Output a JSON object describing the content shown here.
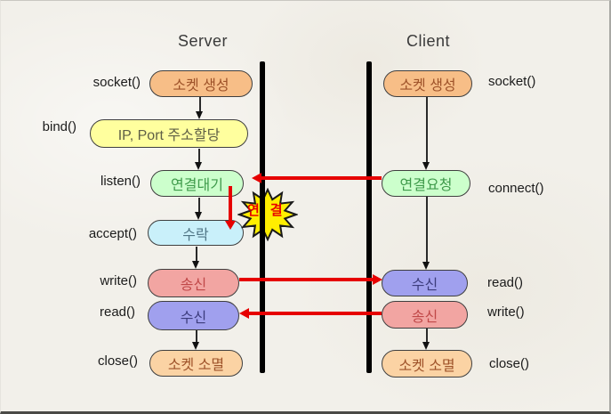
{
  "header": {
    "server_title": "Server",
    "client_title": "Client"
  },
  "server": {
    "api_labels": [
      "socket()",
      "bind()",
      "listen()",
      "accept()",
      "write()",
      "read()",
      "close()"
    ],
    "boxes": [
      {
        "label": "소켓 생성"
      },
      {
        "label": "IP, Port 주소할당"
      },
      {
        "label": "연결대기"
      },
      {
        "label": "수락"
      },
      {
        "label": "송신"
      },
      {
        "label": "수신"
      },
      {
        "label": "소켓 소멸"
      }
    ]
  },
  "client": {
    "api_labels": [
      "socket()",
      "connect()",
      "read()",
      "write()",
      "close()"
    ],
    "boxes": [
      {
        "label": "소켓 생성"
      },
      {
        "label": "연결요청"
      },
      {
        "label": "수신"
      },
      {
        "label": "송신"
      },
      {
        "label": "소켓 소멸"
      }
    ]
  },
  "burst": {
    "label": "연결"
  },
  "colors": {
    "arrow_red": "#E60000",
    "bar_black": "#000000",
    "box_orange": "#F7BE87",
    "box_orange_light": "#FBD3A4",
    "box_yellow": "#FFFF9E",
    "box_green": "#CCFFCC",
    "box_cyan": "#C9F0FA",
    "box_pink": "#F2A5A2",
    "box_purple": "#A0A0EE",
    "burst_yellow": "#FFEE00"
  }
}
